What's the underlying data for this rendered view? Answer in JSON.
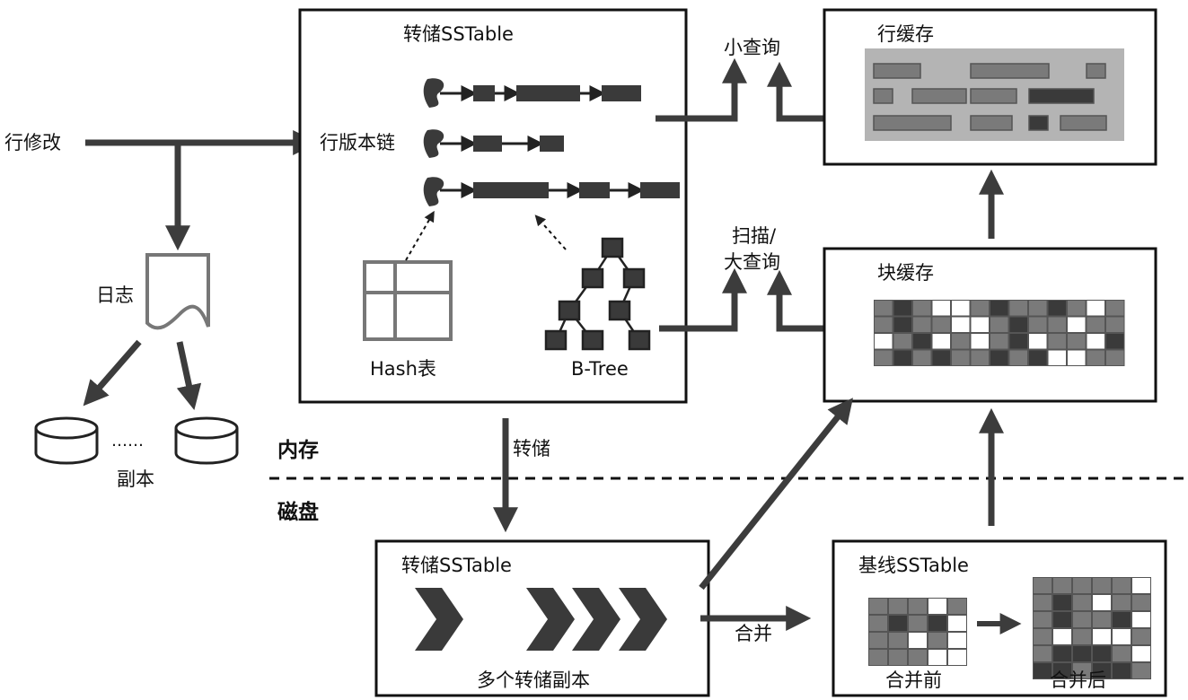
{
  "memory_dump_sstable": {
    "title": "转储SSTable",
    "row_chain_label": "行版本链",
    "hash_label": "Hash表",
    "btree_label": "B-Tree"
  },
  "row_cache": {
    "title": "行缓存"
  },
  "block_cache": {
    "title": "块缓存"
  },
  "disk_dump_sstable": {
    "title": "转储SSTable",
    "copies_label": "多个转储副本"
  },
  "baseline_sstable": {
    "title": "基线SSTable",
    "before_label": "合并前",
    "after_label": "合并后"
  },
  "labels": {
    "row_modify": "行修改",
    "log": "日志",
    "replica": "副本",
    "dots": "……",
    "small_query": "小查询",
    "scan": "扫描/",
    "big_query": "大查询",
    "dump": "转储",
    "merge": "合并",
    "memory": "内存",
    "disk": "磁盘"
  },
  "colors": {
    "dark": "#3a3a3a",
    "medium": "#7a7a7a",
    "light_panel": "#b4b4b4",
    "arrow": "#3c3c3c"
  }
}
